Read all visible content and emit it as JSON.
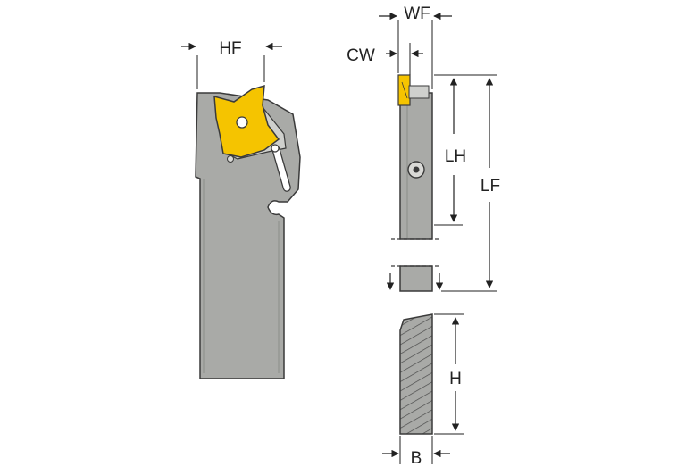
{
  "dimensions": {
    "hf": "HF",
    "wf": "WF",
    "cw": "CW",
    "lh": "LH",
    "lf": "LF",
    "h": "H",
    "b": "B"
  },
  "colors": {
    "tool_body": "#a9aaa7",
    "tool_edge": "#3a3a3a",
    "insert": "#f5c400",
    "dimension_line": "#222222",
    "background": "#ffffff"
  }
}
